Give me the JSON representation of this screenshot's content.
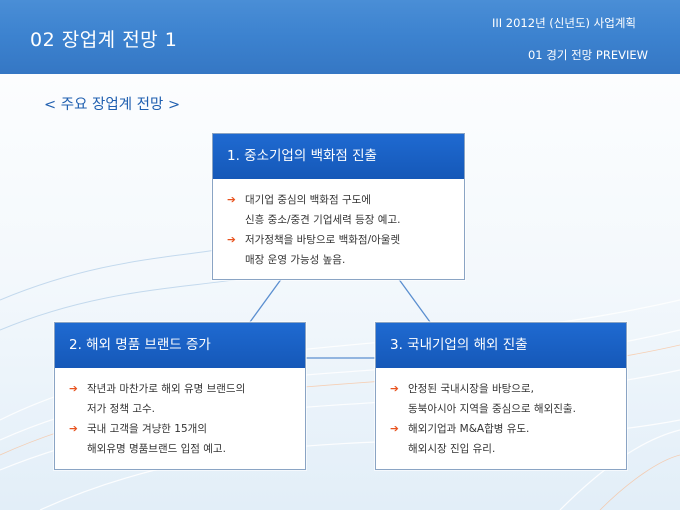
{
  "header": {
    "title": "02  장업계 전망 1",
    "sub1": "III  2012년 (신년도) 사업계획",
    "sub2": "01  경기 전망 PREVIEW"
  },
  "section_title": "< 주요 장업계 전망 >",
  "boxes": [
    {
      "title": "1. 중소기업의 백화점 진출",
      "items": [
        {
          "line1": "대기업 중심의 백화점 구도에",
          "line2": "신흥 중소/중견 기업세력 등장 예고."
        },
        {
          "line1": "저가정책을 바탕으로 백화점/아울렛",
          "line2": "매장 운영 가능성 높음."
        }
      ]
    },
    {
      "title": "2. 해외 명품 브랜드 증가",
      "items": [
        {
          "line1": "작년과 마찬가로 해외 유명 브랜드의",
          "line2": "저가 정책 고수."
        },
        {
          "line1": "국내 고객을 겨냥한 15개의",
          "line2": "해외유명 명품브랜드 입점 예고."
        }
      ]
    },
    {
      "title": "3. 국내기업의 해외 진출",
      "items": [
        {
          "line1": "안정된 국내시장을 바탕으로,",
          "line2": "동북아시아 지역을 중심으로 해외진출."
        },
        {
          "line1": "해외기업과 M&A합병 유도.",
          "line2": "해외시장 진입 유리."
        }
      ]
    }
  ],
  "arrow_glyph": "➔",
  "colors": {
    "header_bg": "#3c82cf",
    "box_header": "#1a62c6",
    "arrow": "#e8531f",
    "section_title": "#1f5fb0"
  }
}
